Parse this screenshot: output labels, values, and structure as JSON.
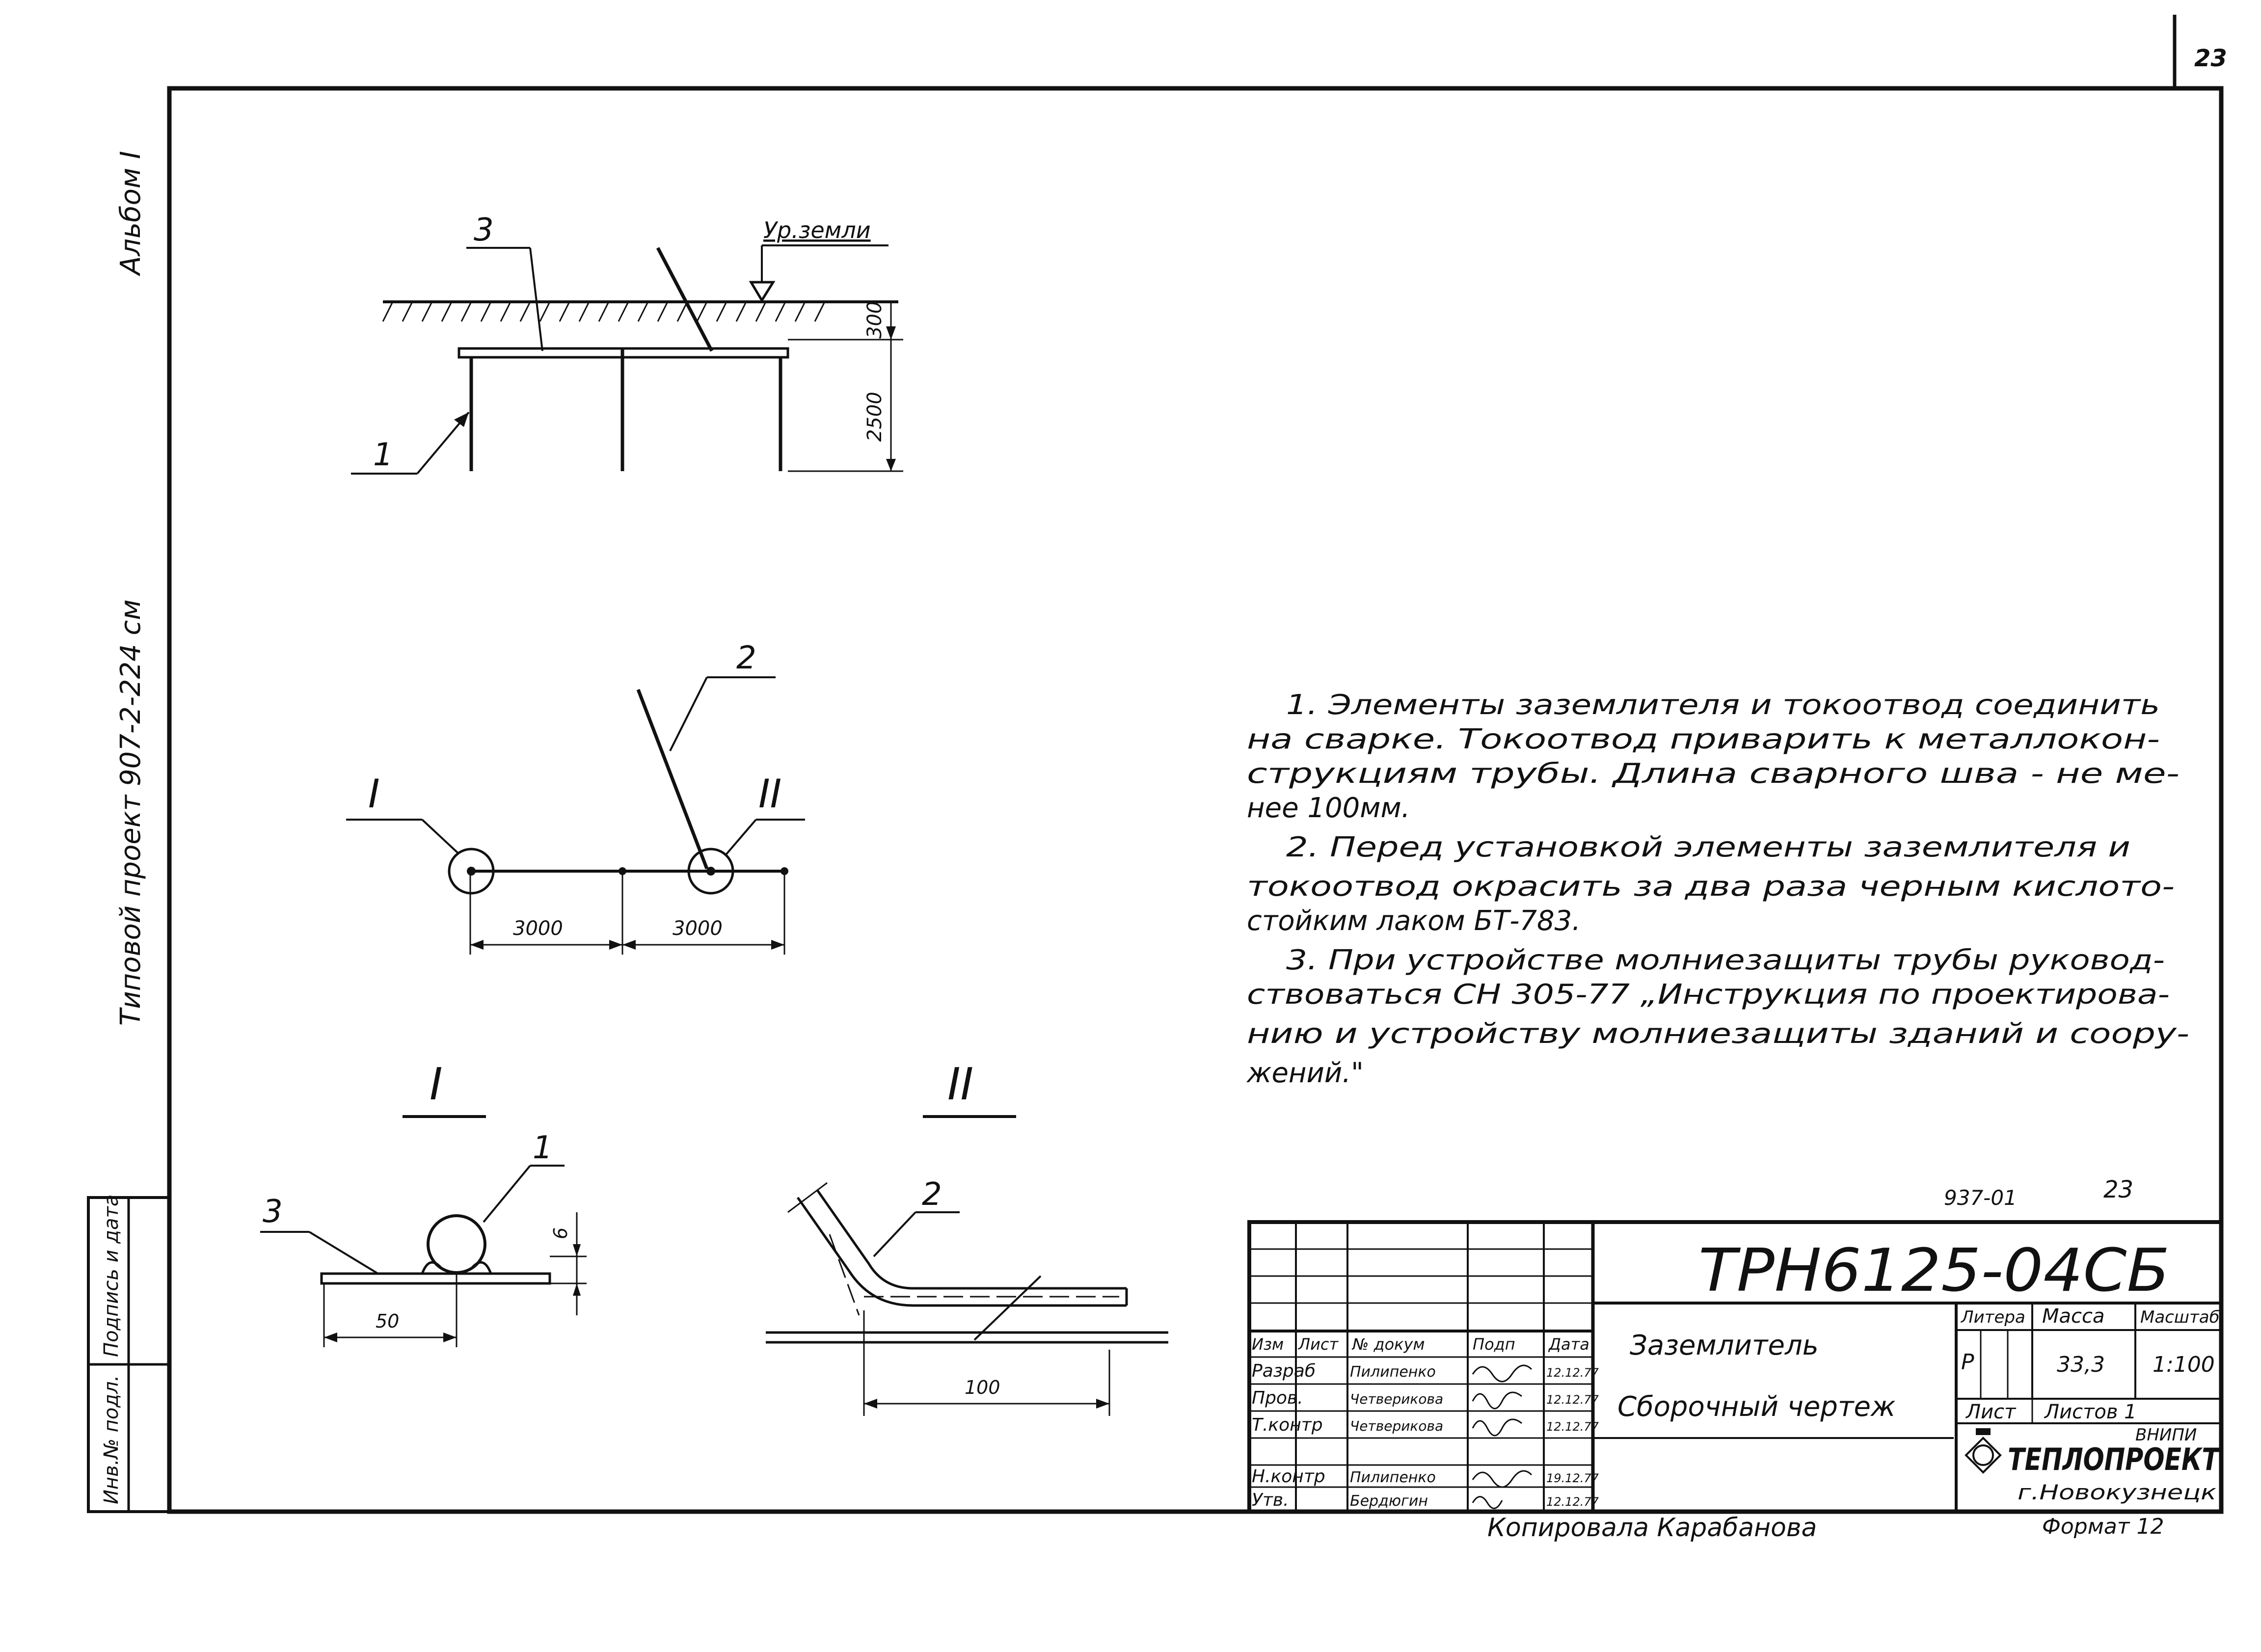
{
  "page_number": "23",
  "side_column": {
    "album": "Альбом I",
    "project": "Типовой проект 907-2-224 см"
  },
  "left_stamp": {
    "inv_no": "Инв.№ подл.",
    "signature_date": "Подпись и дата"
  },
  "elevation_view": {
    "ground_label": "Ур.земли",
    "dim_depth": "300",
    "dim_length": "2500",
    "callout_1": "1",
    "callout_3": "3"
  },
  "plan_view": {
    "node_1": "I",
    "node_2": "II",
    "callout_2": "2",
    "dim_left": "3000",
    "dim_right": "3000"
  },
  "detail_1": {
    "title": "I",
    "callout_1": "1",
    "callout_3": "3",
    "dim_weld": "50",
    "dim_thickness": "6"
  },
  "detail_2": {
    "title": "II",
    "callout_2": "2",
    "dim_weld": "100"
  },
  "notes": {
    "lines": [
      "1. Элементы заземлителя и токоотвод соединить",
      "на сварке. Токоотвод приварить к металлокон-",
      "струкциям трубы. Длина сварного шва - не ме-",
      "нее 100мм.",
      "2. Перед установкой элементы заземлителя и",
      "токоотвод окрасить за два раза черным кислото-",
      "стойким лаком БТ-783.",
      "3. При устройстве молниезащиты трубы руковод-",
      "ствоваться СН 305-77 „Инструкция по проектирова-",
      "нию и устройству молниезащиты зданий и соору-",
      "жений.\""
    ]
  },
  "title_block": {
    "archive_no": "937-01",
    "sheet_no_top": "23",
    "doc_code": "ТРН6125-04СБ",
    "name": "Заземлитель",
    "doc_type": "Сборочный чертеж",
    "header_cells": [
      "Изм",
      "Лист",
      "№ докум",
      "Подп",
      "Дата"
    ],
    "rows": [
      {
        "role": "Разраб",
        "name": "Пилипенко",
        "date": "12.12.77"
      },
      {
        "role": "Пров.",
        "name": "Четверикова",
        "date": "12.12.77"
      },
      {
        "role": "Т.контр",
        "name": "Четверикова",
        "date": "12.12.77"
      },
      {
        "role": "Н.контр",
        "name": "Пилипенко",
        "date": "19.12.77"
      },
      {
        "role": "Утв.",
        "name": "Бердюгин",
        "date": "12.12.77"
      }
    ],
    "litera_label": "Литера",
    "mass_label": "Масса",
    "scale_label": "Масштаб",
    "litera": "Р",
    "mass": "33,3",
    "scale": "1:100",
    "sheet_label": "Лист",
    "sheets_label": "Листов 1",
    "org_line1": "ВНИПИ",
    "org_line2": "ТЕПЛОПРОЕКТ",
    "org_line3": "г.Новокузнецк"
  },
  "footer": {
    "copied_by": "Копировала Карабанова",
    "format": "Формат 12"
  }
}
